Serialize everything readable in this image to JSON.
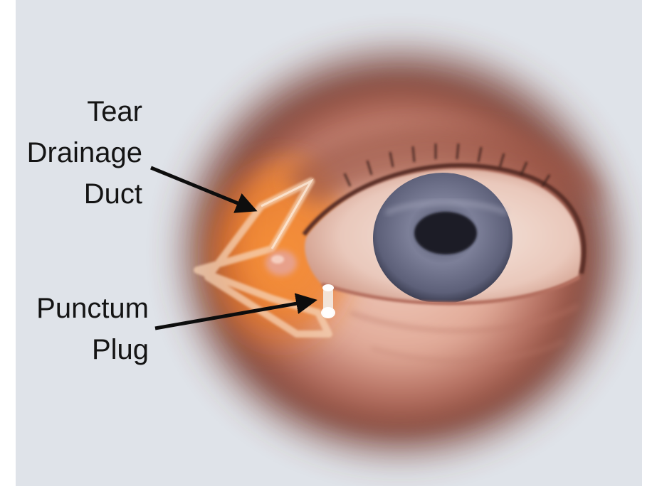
{
  "labels": {
    "tear_drainage_duct": [
      "Tear",
      "Drainage",
      "Duct"
    ],
    "punctum_plug": [
      "Punctum",
      "Plug"
    ]
  },
  "colors": {
    "background": "#dfe3e9",
    "skin_halo": "#8a4a3c",
    "duct_glow": "#f07a22",
    "iris": "#6c6f86",
    "pupil": "#1a1b26",
    "label_text": "#141414",
    "arrow": "#0d0d0d"
  }
}
